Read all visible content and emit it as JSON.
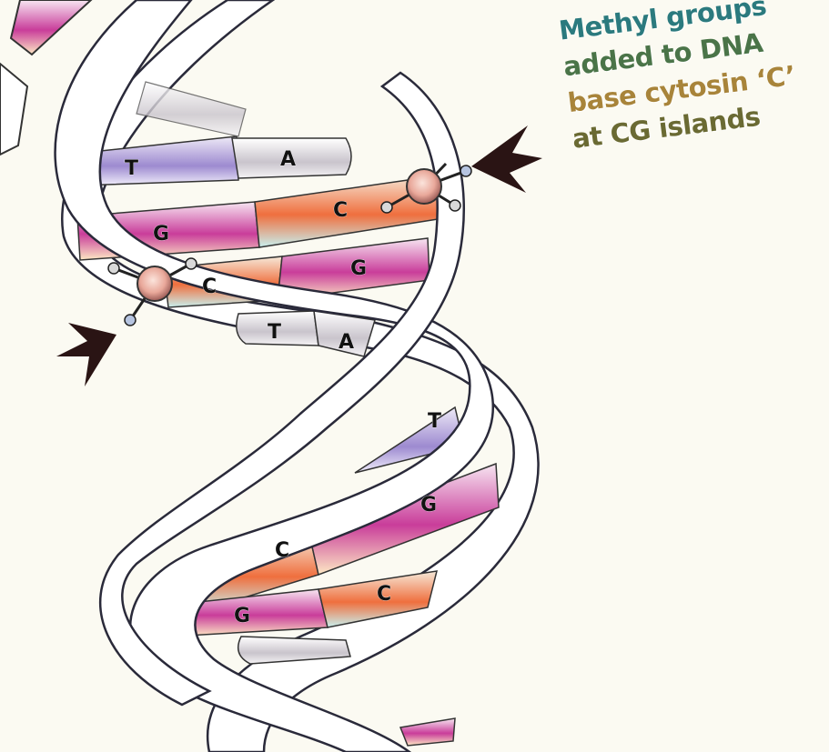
{
  "caption": {
    "lines": [
      {
        "text": "Methyl groups",
        "color": "#2b7a7e"
      },
      {
        "text": "added to DNA",
        "color": "#4a7448"
      },
      {
        "text": "base cytosin ‘C’",
        "color": "#a8843a"
      },
      {
        "text": "at CG islands",
        "color": "#6a6a33"
      }
    ]
  },
  "base_labels": {
    "t1": "T",
    "a1": "A",
    "c1": "C",
    "g1": "G",
    "c2": "C",
    "g2": "G",
    "t2": "T",
    "a2": "A",
    "t3": "T",
    "g3": "G",
    "c3": "C",
    "g4": "G",
    "c4": "C"
  },
  "colors": {
    "strand": "#ffffff",
    "strand_outline": "#2a2a3a",
    "purine_band": "#c93d9a",
    "pyrimidine_band": "#ef6f3e",
    "teal_band": "#3fbfbf",
    "t_a_band": "#9d8ad0",
    "arrow": "#2a1414",
    "methyl_atom": "#e9a89a"
  },
  "icons": [
    "arrow-pointer-icon",
    "methyl-group-icon"
  ]
}
